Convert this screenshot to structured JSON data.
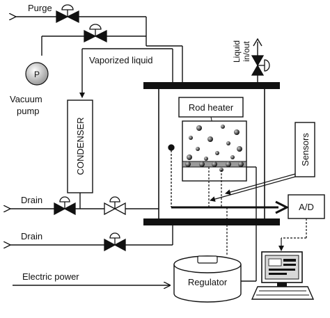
{
  "labels": {
    "purge": "Purge",
    "vacuum_pump": "Vacuum pump",
    "vacuum_pump_line1": "Vacuum",
    "vacuum_pump_line2": "pump",
    "pump_symbol": "P",
    "vaporized_liquid": "Vaporized liquid",
    "condenser": "CONDENSER",
    "liquid_in_out_line1": "Liquid",
    "liquid_in_out_line2": "in/out",
    "rod_heater": "Rod heater",
    "sensors": "Sensors",
    "drain_upper": "Drain",
    "drain_lower": "Drain",
    "ad_converter": "A/D",
    "electric_power": "Electric power",
    "regulator": "Regulator"
  },
  "colors": {
    "line": "#111111",
    "box_fill": "#ffffff",
    "heater_bar": "#9a9a9a",
    "monitor_screen": "#d8d8d8",
    "pump_fill": "#dcdcdc"
  }
}
